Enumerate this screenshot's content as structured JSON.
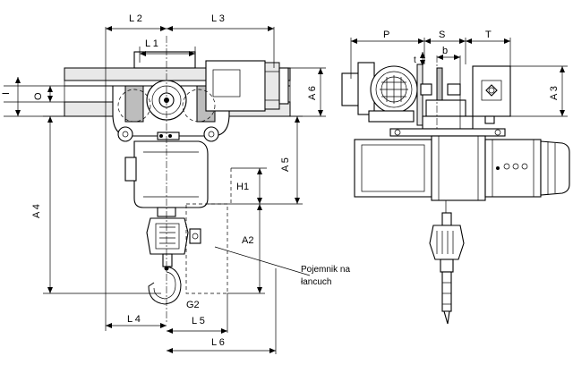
{
  "left_view": {
    "dims": {
      "L2": "L 2",
      "L3": "L 3",
      "L1": "L 1",
      "I": "I",
      "O": "O",
      "A6": "A 6",
      "A5": "A 5",
      "A4": "A 4",
      "H1": "H1",
      "A2": "A2",
      "G2": "G2",
      "L4": "L 4",
      "L5": "L 5",
      "L6": "L 6"
    },
    "note_line1": "Pojemnik na",
    "note_line2": "łancuch"
  },
  "right_view": {
    "dims": {
      "P": "P",
      "S": "S",
      "T": "T",
      "t": "t",
      "b": "b",
      "A3": "A 3"
    }
  }
}
